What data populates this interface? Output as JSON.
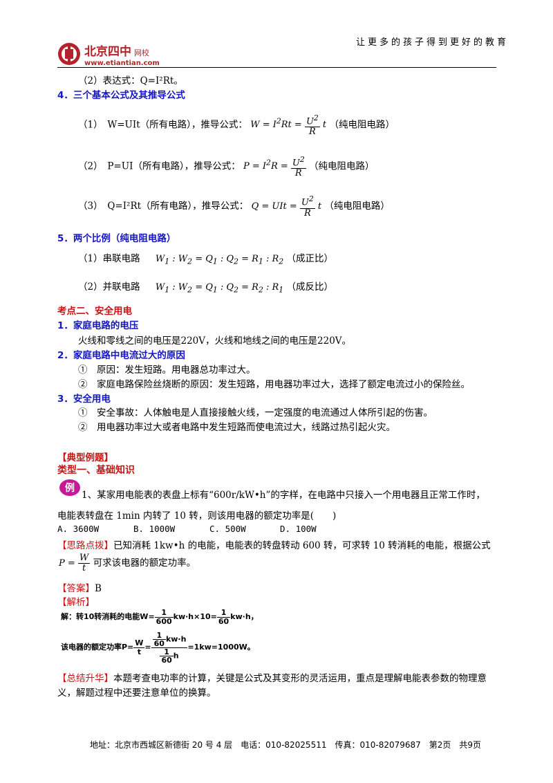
{
  "header": {
    "logo_cn": "北京四中",
    "logo_sub": "网校",
    "logo_url": "www.etiantian.com",
    "tagline": "让更多的孩子得到更好的教育"
  },
  "top_line": {
    "label": "（2）表达式：",
    "formula": "Q=I²Rt。"
  },
  "s4": {
    "title": "4．三个基本公式及其推导公式",
    "i1": {
      "pre": "（1）　W=UIt（所有电路），推导公式：",
      "post": "（纯电阻电路）"
    },
    "i2": {
      "pre": "（2）　P=UI（所有电路），推导公式：",
      "post": "（纯电阻电路）"
    },
    "i3": {
      "pre": "（3）　Q=I²Rt（所有电路），推导公式：",
      "post": "（纯电阻电路）"
    }
  },
  "s5": {
    "title": "5．两个比例（纯电阻电路）",
    "i1": {
      "pre": "（1）串联电路",
      "post": "（成正比）"
    },
    "i2": {
      "pre": "（2）并联电路",
      "post": "（成反比）"
    }
  },
  "kp2": {
    "title": "考点二、安全用电",
    "h1": "1．家庭电路的电压",
    "t1": "火线和零线之间的电压是220V，火线和地线之间的电压是220V。",
    "h2": "2．家庭电路中电流过大的原因",
    "t2a": "①　原因：发生短路。用电器总功率过大。",
    "t2b": "②　家庭电路保险丝烧断的原因：发生短路，用电器功率过大，选择了额定电流过小的保险丝。",
    "h3": "3．安全用电",
    "t3a": "①　安全事故：人体触电是人直接接触火线，一定强度的电流通过人体所引起的伤害。",
    "t3b": "②　用电器功率过大或者电路中发生短路而使电流过大，线路过热引起火灾。"
  },
  "examples": {
    "heading": "【典型例题】",
    "type1": "类型一、基础知识",
    "badge": "例",
    "q_line1": "1、某家用电能表的表盘上标有“600r/kW•h”的字样，在电路中只接入一个用电器且正常工作时，",
    "q_line2": "电能表转盘在 1min 内转了 10 转，则该用电器的额定功率是(　　)",
    "options": [
      "A. 3600W",
      "B. 1000W",
      "C. 500W",
      "D. 100W"
    ],
    "hint_label": "【思路点拨】",
    "hint_text": "已知消耗 1kw•h 的电能，电能表的转盘转动 600 转，可求转 10 转消耗的电能，根据公式",
    "hint_text2": "可求该电器的额定功率。",
    "answer_label": "【答案】",
    "answer": "B",
    "analysis_label": "【解析】",
    "sol1_pre": "解：转10转消耗的电能W=",
    "sol1_mid": "kw·h×10=",
    "sol1_end": "kw·h，",
    "sol2_pre": "该电器的额定功率P=",
    "sol2_end": "=1kw=1000W。",
    "summary_label": "【总结升华】",
    "summary1": "本题考查电功率的计算，关键是公式及其变形的灵活运用，重点是理解电能表参数的物理意",
    "summary2": "义，解题过程中还要注意单位的换算。"
  },
  "footer": {
    "address": "地址：北京市西城区新德街 20 号 4 层　电话：010-82025511　传真：010-82079687　第2页　共9页"
  },
  "colors": {
    "blue": "#1515c8",
    "red": "#c81414",
    "logo_red": "#b5232a"
  }
}
